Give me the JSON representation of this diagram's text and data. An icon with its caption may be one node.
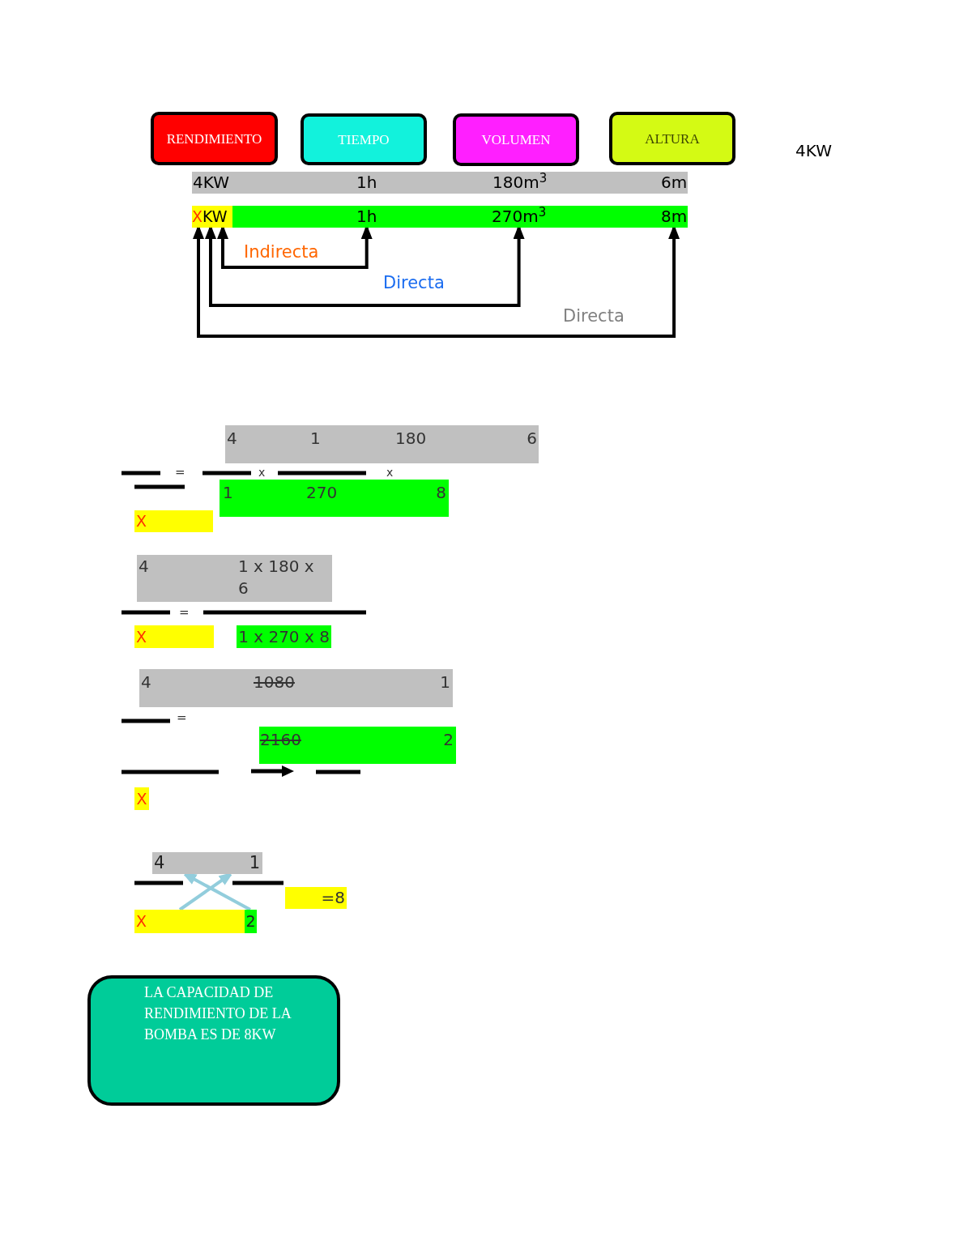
{
  "diagram": {
    "nodes": [
      {
        "text": [
          "RENDIMIENTO"
        ]
      },
      {
        "text": [
          "TIEMPO"
        ]
      },
      {
        "text": [
          "VOLUMEN"
        ]
      },
      {
        "text": [
          "ALTURA"
        ]
      },
      {
        "text": [
          "4KW",
          "1h",
          "180m$^{3}$",
          "6m"
        ]
      },
      {
        "text": [
          "X",
          "KW"
        ]
      },
      {
        "text": [],
        "shape": "bar"
      },
      {
        "text": [
          "1h"
        ],
        "in": 6
      },
      {
        "text": [
          "270m$^{3}$"
        ],
        "in": 6
      },
      {
        "text": [
          "8m"
        ],
        "in": 6
      },
      {
        "text": [
          "4",
          "1",
          "180",
          "6"
        ]
      },
      {
        "text": [
          "1",
          "270",
          "8"
        ]
      },
      {
        "text": [
          "X"
        ]
      },
      {
        "text": [
          "4",
          "1 x 180 x 6"
        ]
      },
      {
        "text": [
          "X"
        ]
      },
      {
        "text": [
          "1 x 270 x 8"
        ]
      },
      {
        "text": [
          "4",
          "1080",
          "1"
        ]
      },
      {
        "text": [
          "2160",
          "2"
        ]
      },
      {
        "text": [
          "X"
        ]
      },
      {
        "text": [
          "4",
          "1"
        ]
      },
      {
        "text": [
          "X"
        ]
      },
      {
        "text": [
          "2"
        ]
      },
      {
        "text": [
          "=8"
        ]
      },
      {
        "text": [
          "LA CAPACIDAD DE RENDIMIENTO DE LA BOMBA ES DE 8KW"
        ]
      }
    ],
    "edges": [
      {
        "from": 5,
        "to": 7,
        "arrow": "both",
        "label": "Indirecta"
      },
      {
        "from": 5,
        "to": 8,
        "arrow": "both",
        "label": "Directa"
      },
      {
        "from": 5,
        "to": 9,
        "arrow": "both",
        "label": "Directa"
      },
      {
        "from": 20,
        "to": 19,
        "arrow": "to",
        "color": "#92cddc"
      },
      {
        "from": 21,
        "to": 19,
        "arrow": "to",
        "color": "#92cddc"
      }
    ],
    "labels": [
      "4KW",
      "=",
      "x",
      "x",
      "=",
      "="
    ]
  }
}
